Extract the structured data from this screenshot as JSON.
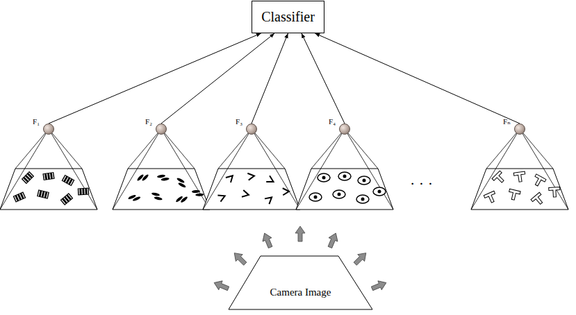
{
  "diagram": {
    "nodes": [
      {
        "text": [
          "Classifier"
        ]
      },
      {
        "text": [
          "F₁"
        ]
      },
      {
        "text": [
          "F₂"
        ]
      },
      {
        "text": [
          "F₃"
        ]
      },
      {
        "text": [
          "F₄"
        ]
      },
      {
        "text": [
          "Fₙ"
        ]
      },
      {
        "text": [
          "Camera Image"
        ]
      }
    ],
    "edges": [
      {
        "from": 1,
        "to": 0,
        "arrow": "to"
      },
      {
        "from": 2,
        "to": 0,
        "arrow": "to"
      },
      {
        "from": 3,
        "to": 0,
        "arrow": "to"
      },
      {
        "from": 4,
        "to": 0,
        "arrow": "to"
      },
      {
        "from": 5,
        "to": 0,
        "arrow": "to"
      }
    ],
    "labels": [
      "· · ·"
    ]
  }
}
